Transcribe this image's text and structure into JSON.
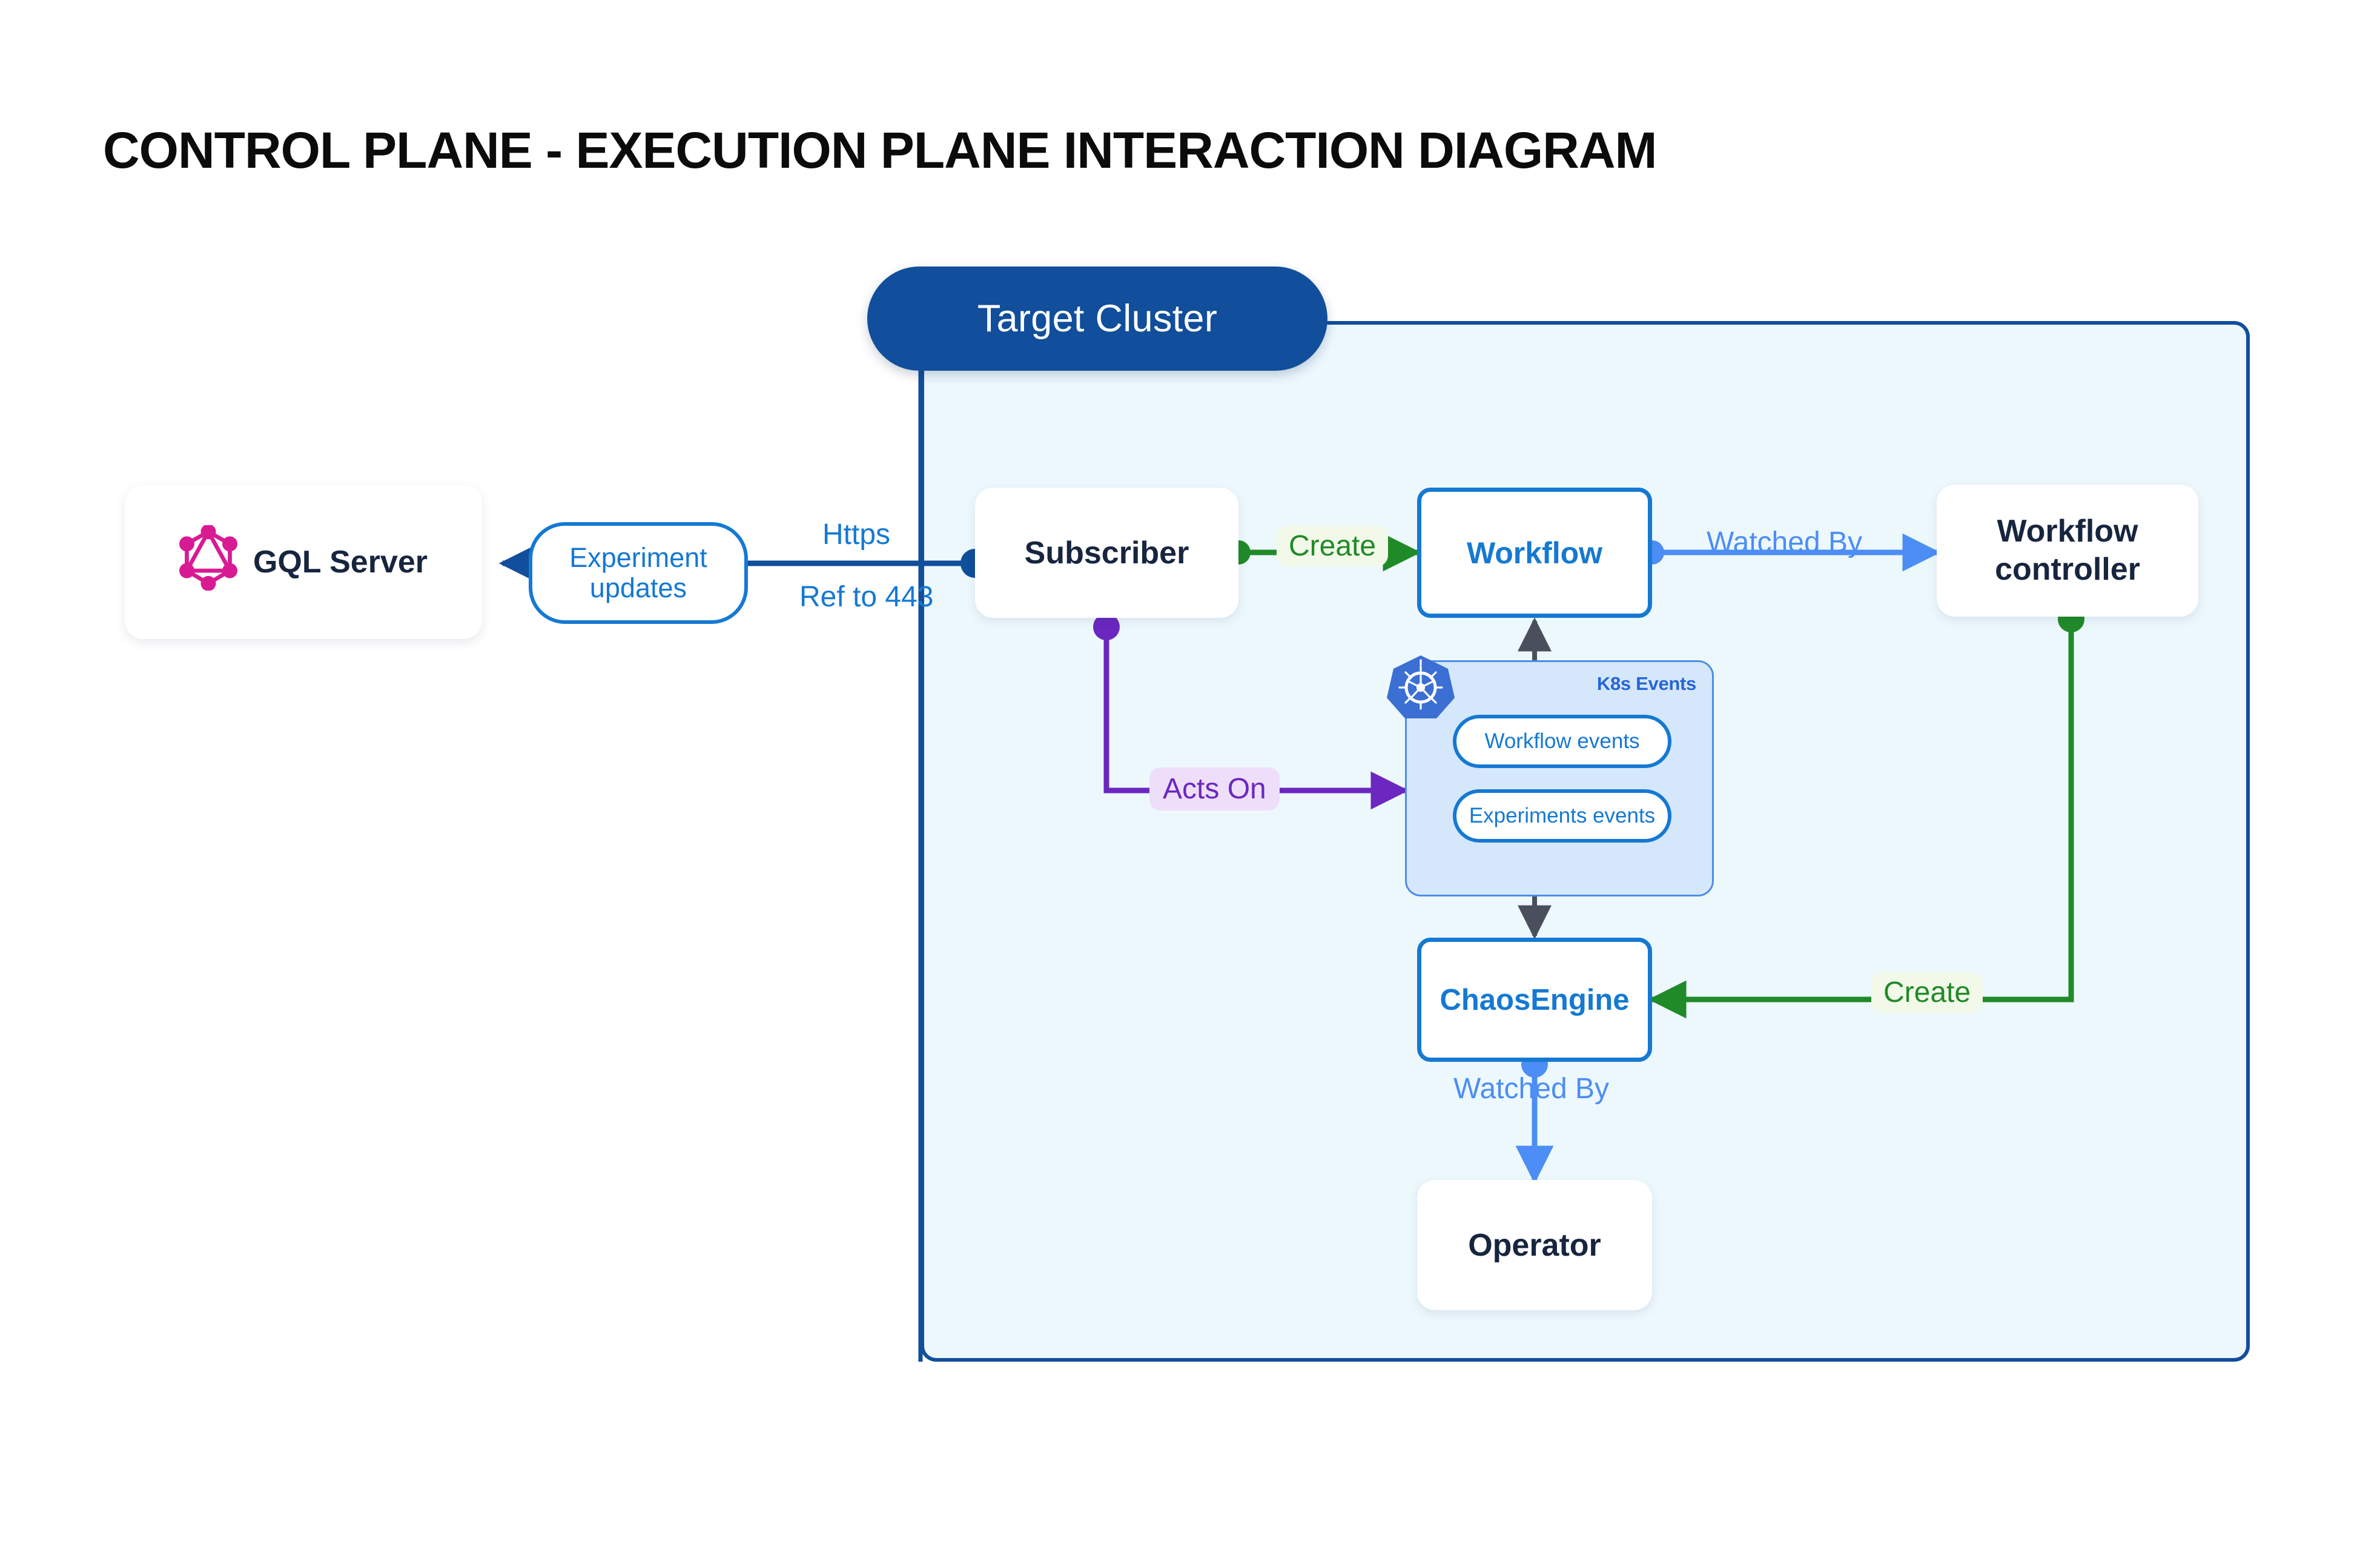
{
  "title": "CONTROL PLANE - EXECUTION PLANE INTERACTION DIAGRAM",
  "cluster": {
    "label": "Target Cluster",
    "fill": "#EDF8FD",
    "border": "#114E9B",
    "pill_fill": "#114E9B",
    "pill_text": "#FFFFFF"
  },
  "nodes": {
    "gql_server": {
      "label": "GQL Server",
      "icon": "graphql-logo",
      "icon_color": "#D81B93",
      "text_color": "#17253F"
    },
    "subscriber": {
      "label": "Subscriber",
      "text_color": "#17253F"
    },
    "workflow": {
      "label": "Workflow",
      "text_color": "#1579D3",
      "border_color": "#1579D3"
    },
    "workflow_controller": {
      "label": "Workflow controller",
      "line1": "Workflow",
      "line2": "controller",
      "text_color": "#17253F"
    },
    "chaosengine": {
      "label": "ChaosEngine",
      "text_color": "#1579D3",
      "border_color": "#1579D3"
    },
    "operator": {
      "label": "Operator",
      "text_color": "#17253F"
    }
  },
  "k8s_panel": {
    "title": "K8s Events",
    "icon": "kubernetes-logo",
    "icon_color": "#3B6FD4",
    "fill": "#D5E7FA",
    "border": "#4B8EE8",
    "items": [
      {
        "label": "Workflow events"
      },
      {
        "label": "Experiments events"
      }
    ]
  },
  "edges": {
    "experiment_updates": {
      "label": "Experiment updates",
      "line1": "Experiment",
      "line2": "updates",
      "color": "#1579D3"
    },
    "https": {
      "label": "Https",
      "color": "#1579D3"
    },
    "ref_443": {
      "label": "Ref to 443",
      "color": "#1579D3"
    },
    "create_workflow": {
      "label": "Create",
      "color": "#208A29",
      "bg": "#F2F9E8"
    },
    "watched_by_workflow": {
      "label": "Watched By",
      "color": "#4C8DF6"
    },
    "acts_on": {
      "label": "Acts On",
      "color": "#6B27C0",
      "bg": "#EFDEFA"
    },
    "create_chaosengine": {
      "label": "Create",
      "color": "#208A29",
      "bg": "#F2F9E8"
    },
    "watched_by_operator": {
      "label": "Watched By",
      "color": "#4C8DF6"
    }
  },
  "colors": {
    "dark_blue": "#114E9B",
    "blue": "#1579D3",
    "light_blue": "#4C8DF6",
    "green": "#208A29",
    "purple": "#6B27C0",
    "magenta": "#D81B93",
    "grey_arrow": "#4A4F5E",
    "navy_text": "#17253F",
    "cluster_fill": "#EDF8FD"
  }
}
